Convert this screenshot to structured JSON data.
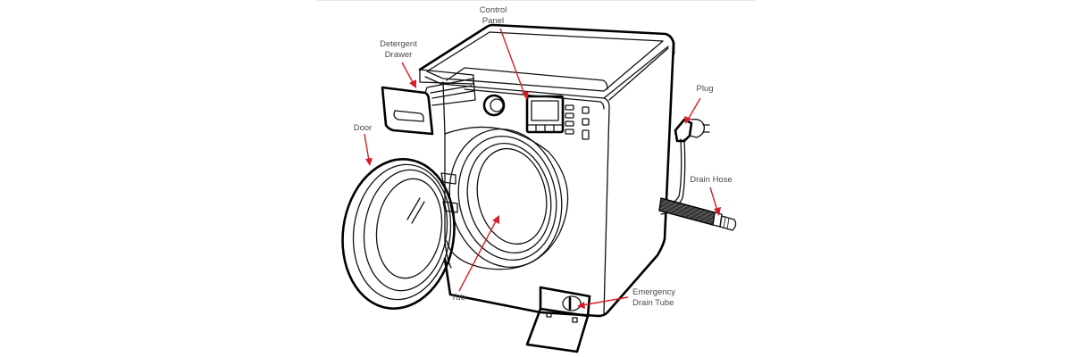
{
  "diagram": {
    "subject": "Front-load washing machine parts",
    "accent_color": "#d4202a",
    "line_color": "#111111",
    "label_color": "#4a4a4a",
    "callouts": {
      "control_panel": {
        "line1": "Control",
        "line2": "Panel"
      },
      "detergent_drawer": {
        "line1": "Detergent",
        "line2": "Drawer"
      },
      "plug": {
        "line1": "Plug"
      },
      "door": {
        "line1": "Door"
      },
      "drain_hose": {
        "line1": "Drain Hose"
      },
      "tub": {
        "line1": "Tub"
      },
      "emergency_drain_tube": {
        "line1": "Emergency",
        "line2": "Drain Tube"
      }
    }
  }
}
